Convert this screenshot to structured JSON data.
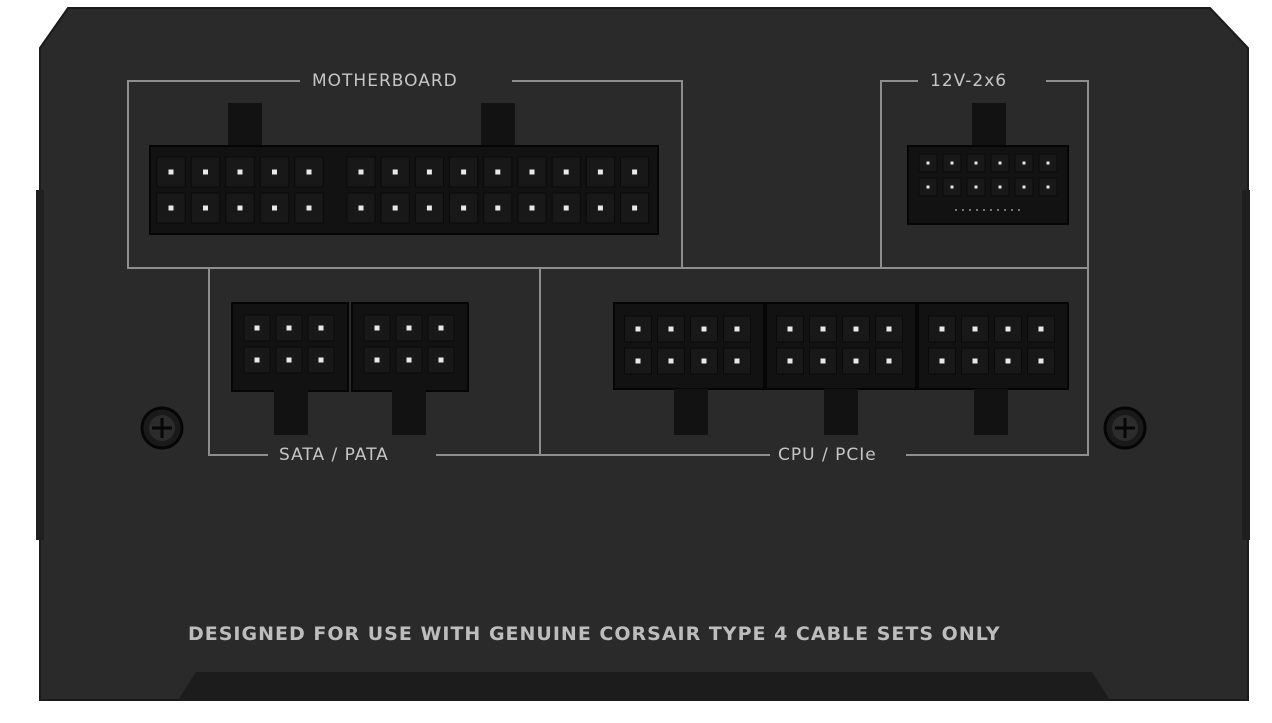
{
  "panel": {
    "section_labels": {
      "motherboard": "MOTHERBOARD",
      "gpu_12v": "12V-2x6",
      "sata_pata": "SATA / PATA",
      "cpu_pcie": "CPU / PCIe"
    },
    "footer_text": "DESIGNED FOR USE WITH GENUINE CORSAIR TYPE 4 CABLE SETS ONLY",
    "colors": {
      "panel": "#2a2a2a",
      "panel_edge": "#1d1d1d",
      "connector": "#121212",
      "pin": "#e8e8e8",
      "outline": "#8e8e8e",
      "label": "#c6c6c6"
    }
  }
}
